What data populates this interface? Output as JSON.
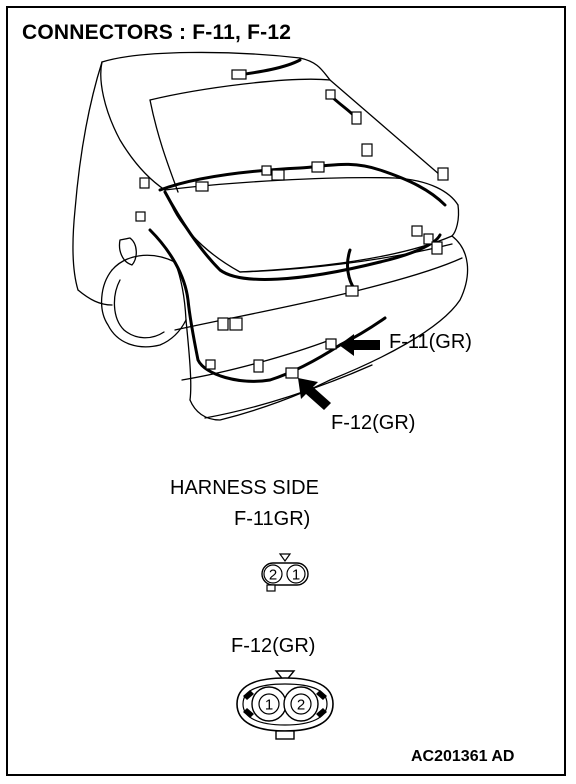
{
  "title": "CONNECTORS : F-11, F-12",
  "callouts": {
    "f11": "F-11(GR)",
    "f12": "F-12(GR)"
  },
  "harness_side": "HARNESS SIDE",
  "connector_f11": {
    "label": "F-11GR)",
    "pins": [
      "2",
      "1"
    ]
  },
  "connector_f12": {
    "label": "F-12(GR)",
    "pins": [
      "1",
      "2"
    ]
  },
  "figure_code": "AC201361 AD"
}
